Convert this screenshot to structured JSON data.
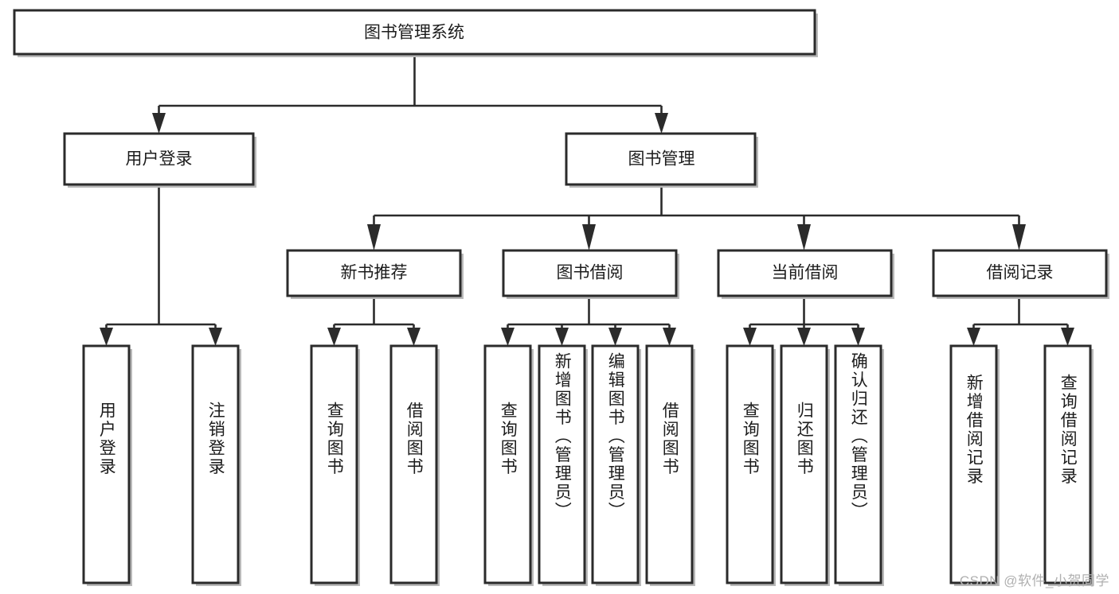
{
  "diagram": {
    "type": "hierarchy-tree",
    "title": "图书管理系统",
    "watermark": "CSDN @软件_小贺同学",
    "root": {
      "label": "图书管理系统",
      "level": 1
    },
    "level2": [
      {
        "label": "用户登录"
      },
      {
        "label": "图书管理"
      }
    ],
    "level3": [
      {
        "label": "新书推荐",
        "parent": "图书管理"
      },
      {
        "label": "图书借阅",
        "parent": "图书管理"
      },
      {
        "label": "当前借阅",
        "parent": "图书管理"
      },
      {
        "label": "借阅记录",
        "parent": "图书管理"
      }
    ],
    "leaves": {
      "user_login": [
        {
          "label": "用户登录"
        },
        {
          "label": "注销登录"
        }
      ],
      "new_book_recommend": [
        {
          "label": "查询图书"
        },
        {
          "label": "借阅图书"
        }
      ],
      "book_borrow": [
        {
          "label": "查询图书"
        },
        {
          "label": "新增图书（管理员）"
        },
        {
          "label": "编辑图书（管理员）"
        },
        {
          "label": "借阅图书"
        }
      ],
      "current_borrow": [
        {
          "label": "查询图书"
        },
        {
          "label": "归还图书"
        },
        {
          "label": "确认归还（管理员）"
        }
      ],
      "borrow_record": [
        {
          "label": "新增借阅记录"
        },
        {
          "label": "查询借阅记录"
        }
      ]
    },
    "colors": {
      "box_stroke": "#2b2b2b",
      "box_fill": "#ffffff",
      "connector": "#2b2b2b",
      "text": "#1c1c1c",
      "watermark": "#b0b0b0",
      "background": "#ffffff"
    }
  }
}
